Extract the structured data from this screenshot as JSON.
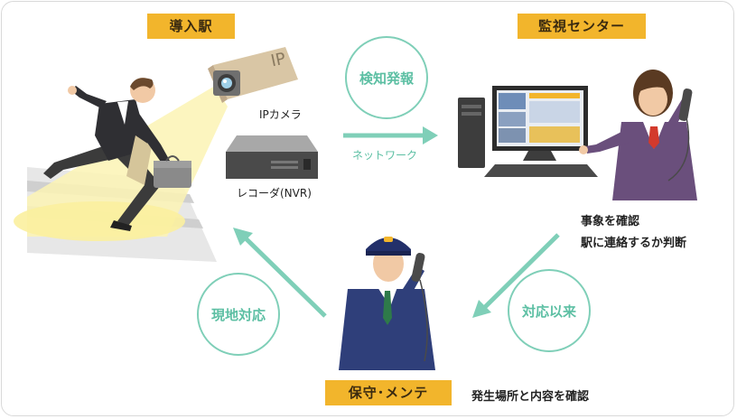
{
  "labels": {
    "station": "導入駅",
    "monitor_center": "監視センター",
    "maintenance": "保守･メンテ"
  },
  "circles": {
    "detect_alert": "検知発報",
    "response_request": "対応以来",
    "onsite_response": "現地対応"
  },
  "devices": {
    "ip_camera": "IPカメラ",
    "ip_mark": "IP",
    "recorder": "レコーダ(NVR)"
  },
  "network": "ネットワーク",
  "center_notes": [
    "事象を確認",
    "駅に連絡するか判断"
  ],
  "maintenance_note": "発生場所と内容を確認",
  "colors": {
    "accent_yellow": "#f2b52c",
    "teal": "#7fcfb8",
    "suit_navy": "#2f3f7a"
  }
}
